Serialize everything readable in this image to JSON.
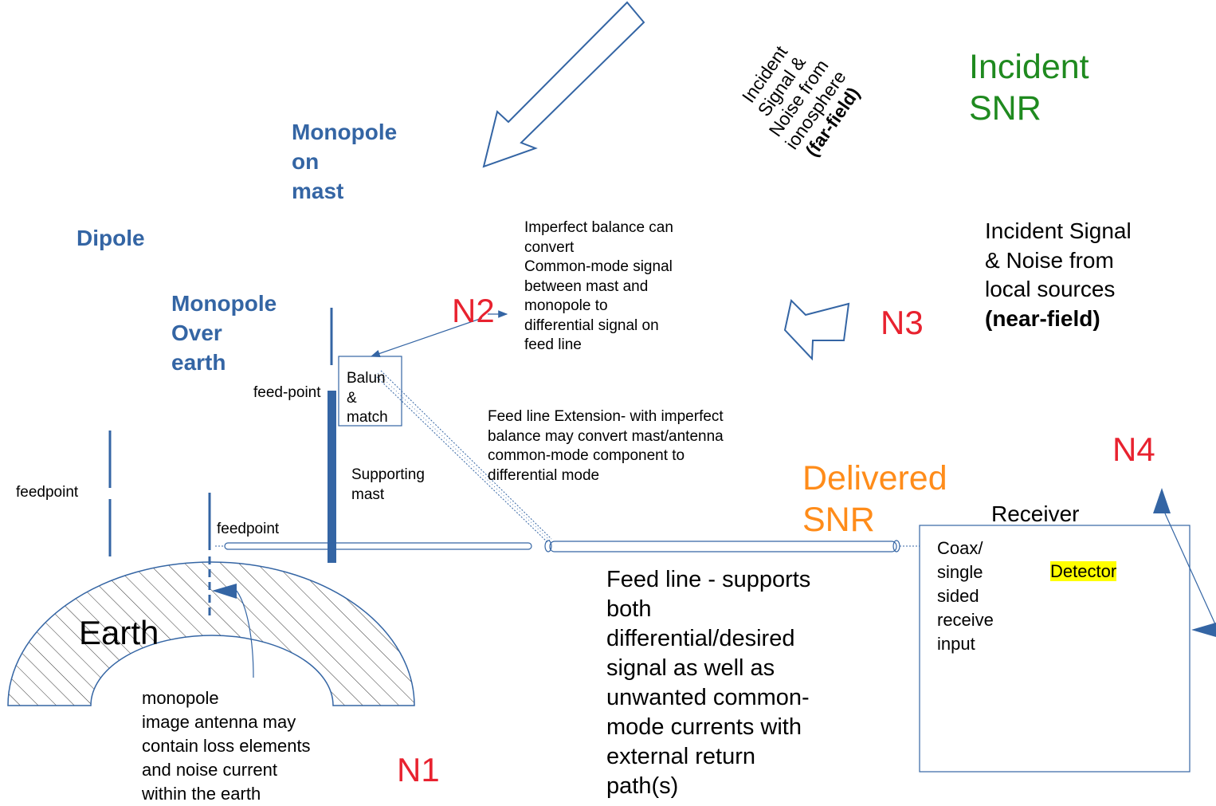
{
  "colors": {
    "blue": "#3465a4",
    "red": "#e8222f",
    "green": "#1f8a1f",
    "orange": "#ff8c1a",
    "highlight": "#ffff00"
  },
  "labels": {
    "monopole_on_mast": "Monopole\non\nmast",
    "dipole": "Dipole",
    "monopole_over_earth": "Monopole\nOver\nearth",
    "incident_far_line1": "Incident",
    "incident_far_line2": "Signal &",
    "incident_far_line3": "Noise from",
    "incident_far_line4": "ionosphere",
    "incident_far_line5": "(far-field)",
    "incident_snr": "Incident\nSNR",
    "imperfect_balance": "Imperfect balance can\nconvert\nCommon-mode signal\nbetween mast and\nmonopole to\ndifferential signal on\nfeed line",
    "n1": "N1",
    "n2": "N2",
    "n3": "N3",
    "n4": "N4",
    "incident_near_text": "Incident Signal\n& Noise from\nlocal sources",
    "incident_near_bold": "(near-field)",
    "feed_point_mast": "feed-point",
    "balun_match": "Balun\n&\nmatch",
    "feed_line_extension": "Feed line Extension- with imperfect\nbalance may convert mast/antenna\ncommon-mode component to\ndifferential mode",
    "supporting_mast": "Supporting\nmast",
    "feedpoint_dipole": "feedpoint",
    "feedpoint_monopole": "feedpoint",
    "delivered_snr": "Delivered\nSNR",
    "receiver": "Receiver",
    "coax_input": "Coax/\nsingle\nsided\nreceive\ninput",
    "detector": "Detector",
    "earth": "Earth",
    "monopole_image": "monopole\nimage antenna may\ncontain loss elements\nand noise current\nwithin the earth",
    "feed_line_desc": "Feed line - supports\nboth\ndifferential/desired\nsignal as well as\nunwanted common-\nmode currents with\nexternal return\npath(s)"
  }
}
